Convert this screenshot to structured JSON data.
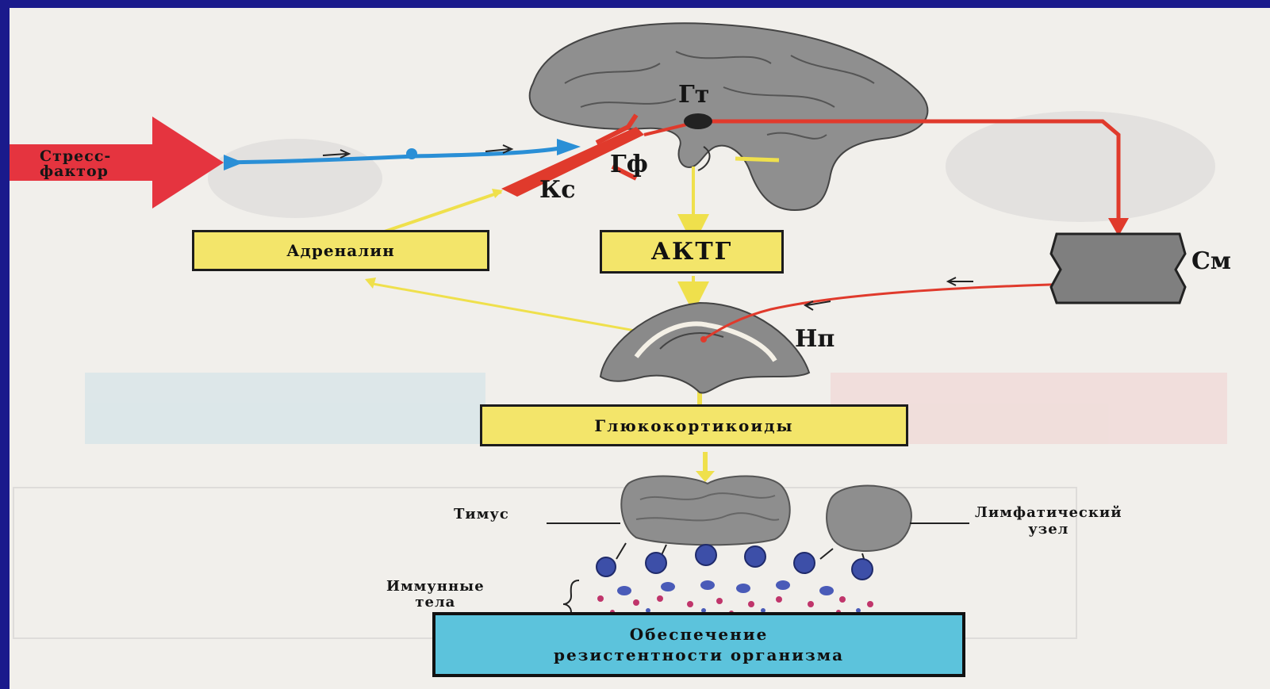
{
  "diagram": {
    "stressor": {
      "line1": "Стресс-",
      "line2": "фактор"
    },
    "brain_labels": {
      "hypothalamus": "Гт",
      "pituitary": "Гф",
      "cortex": "Кс"
    },
    "adrenaline": "Адреналин",
    "actg": "АКТГ",
    "sm_label": "См",
    "adrenal_label": "Нп",
    "glucocorticoids": "Глюкокортикоиды",
    "thymus": "Тимус",
    "lymph_node": {
      "line1": "Лимфатический",
      "line2": "узел"
    },
    "immune_bodies": {
      "line1": "Иммунные",
      "line2": "тела"
    },
    "outcome": {
      "line1": "Обеспечение",
      "line2": "резистентности организма"
    }
  },
  "colors": {
    "background_frame": "#1a1a8c",
    "paper": "#f1efeb",
    "stress_arrow": "#e5343f",
    "nerve_blue": "#2a8fd6",
    "blood_red": "#e03a2c",
    "hormone_yellow": "#efe04c",
    "box_yellow": "#f3e56a",
    "box_blue": "#5cc3dc",
    "gray_organ": "#8d8d8d"
  }
}
